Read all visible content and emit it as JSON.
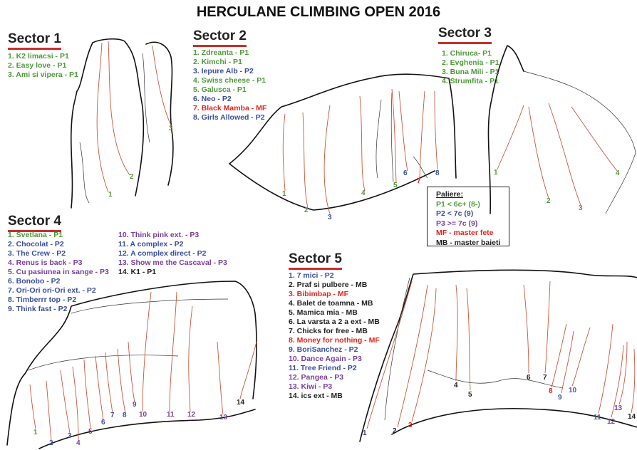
{
  "title": "HERCULANE CLIMBING OPEN 2016",
  "colors": {
    "P1": "#4e9a3a",
    "P2": "#3a4e9c",
    "P3": "#7a3f99",
    "MF": "#e2261d",
    "MB": "#222222",
    "underline": "#c8302c"
  },
  "sectors": [
    {
      "name": "Sector 1",
      "routes": [
        {
          "label": "1. K2 limacsi - P1",
          "cls": "P1"
        },
        {
          "label": "2. Easy love - P1",
          "cls": "P1"
        },
        {
          "label": "3. Ami si vipera - P1",
          "cls": "P1"
        }
      ]
    },
    {
      "name": "Sector 2",
      "routes": [
        {
          "label": "1. Zdreanta - P1",
          "cls": "P1"
        },
        {
          "label": "2. Kimchi - P1",
          "cls": "P1"
        },
        {
          "label": "3. Iepure Alb - P2",
          "cls": "P2"
        },
        {
          "label": "4. Swiss cheese - P1",
          "cls": "P1"
        },
        {
          "label": "5. Galusca - P1",
          "cls": "P1"
        },
        {
          "label": "6. Neo - P2",
          "cls": "P2"
        },
        {
          "label": "7. Black Mamba - MF",
          "cls": "MF"
        },
        {
          "label": "8. Girls Allowed - P2",
          "cls": "P2"
        }
      ]
    },
    {
      "name": "Sector 3",
      "routes": [
        {
          "label": "1. Chiruca- P1",
          "cls": "P1"
        },
        {
          "label": "2. Evghenia - P1",
          "cls": "P1"
        },
        {
          "label": "3. Buna Mili - P1",
          "cls": "P1"
        },
        {
          "label": "4. Strumfita - P1",
          "cls": "P1"
        }
      ]
    },
    {
      "name": "Sector 4",
      "routes": [
        {
          "label": "1. Svetlana - P1",
          "cls": "P1"
        },
        {
          "label": "2. Chocolat - P2",
          "cls": "P2"
        },
        {
          "label": "3. The Crew - P2",
          "cls": "P2"
        },
        {
          "label": "4. Renus is back  - P3",
          "cls": "P3"
        },
        {
          "label": "5. Cu pasiunea in sange  - P3",
          "cls": "P3"
        },
        {
          "label": "6. Bonobo - P2",
          "cls": "P2"
        },
        {
          "label": "7. Ori-Ori ori-Ori ext. - P2",
          "cls": "P2"
        },
        {
          "label": "8. Timberrr top - P2",
          "cls": "P2"
        },
        {
          "label": "9. Think fast - P2",
          "cls": "P2"
        },
        {
          "label": "10. Think pink ext. - P3",
          "cls": "P3"
        },
        {
          "label": "11. A complex - P2",
          "cls": "P2"
        },
        {
          "label": "12. A complex direct - P2",
          "cls": "P2"
        },
        {
          "label": "13. Show me the Cascaval - P3",
          "cls": "P3"
        },
        {
          "label": "14. K1 - P1",
          "cls": "MB"
        }
      ]
    },
    {
      "name": "Sector 5",
      "routes": [
        {
          "label": "1. 7 mici - P2",
          "cls": "P2"
        },
        {
          "label": "2. Praf si pulbere - MB",
          "cls": "MB"
        },
        {
          "label": "3. Bibimbap - MF",
          "cls": "MF"
        },
        {
          "label": "4. Balet de toamna - MB",
          "cls": "MB"
        },
        {
          "label": "5. Mamica mia  - MB",
          "cls": "MB"
        },
        {
          "label": "6. La varsta a 2 a  ext  - MB",
          "cls": "MB"
        },
        {
          "label": "7. Chicks for free  - MB",
          "cls": "MB"
        },
        {
          "label": "8. Money for nothing - MF",
          "cls": "MF"
        },
        {
          "label": "9. BoriSanchez - P2",
          "cls": "P2"
        },
        {
          "label": "10. Dance Again - P3",
          "cls": "P3"
        },
        {
          "label": "11. Tree Friend - P2",
          "cls": "P2"
        },
        {
          "label": "12. Pangea - P3",
          "cls": "P3"
        },
        {
          "label": "13. Kiwi - P3",
          "cls": "P3"
        },
        {
          "label": "14. ics ext - MB",
          "cls": "MB"
        }
      ]
    }
  ],
  "legend": {
    "heading": "Paliere:",
    "items": [
      {
        "label": "P1 < 6c+ (8-)",
        "cls": "P1"
      },
      {
        "label": "P2 < 7c (9)",
        "cls": "P2"
      },
      {
        "label": "P3 >= 7c (9)",
        "cls": "P3"
      },
      {
        "label": "MF - master fete",
        "cls": "MF"
      },
      {
        "label": "MB - master baieti",
        "cls": "MB"
      }
    ]
  },
  "topo_numbers": [
    {
      "sector": 1,
      "nums": [
        {
          "n": "1",
          "cls": "P1"
        },
        {
          "n": "2",
          "cls": "P1"
        },
        {
          "n": "3",
          "cls": "P1"
        }
      ]
    },
    {
      "sector": 2,
      "nums": [
        {
          "n": "1",
          "cls": "P1"
        },
        {
          "n": "2",
          "cls": "P1"
        },
        {
          "n": "3",
          "cls": "P2"
        },
        {
          "n": "4",
          "cls": "P1"
        },
        {
          "n": "5",
          "cls": "P1"
        },
        {
          "n": "6",
          "cls": "P2"
        },
        {
          "n": "7",
          "cls": "MF"
        },
        {
          "n": "8",
          "cls": "P2"
        }
      ]
    },
    {
      "sector": 3,
      "nums": [
        {
          "n": "1",
          "cls": "P1"
        },
        {
          "n": "2",
          "cls": "P1"
        },
        {
          "n": "3",
          "cls": "P1"
        },
        {
          "n": "4",
          "cls": "P1"
        }
      ]
    },
    {
      "sector": 4,
      "nums": [
        {
          "n": "1",
          "cls": "P1"
        },
        {
          "n": "2",
          "cls": "P2"
        },
        {
          "n": "3",
          "cls": "P2"
        },
        {
          "n": "4",
          "cls": "P3"
        },
        {
          "n": "5",
          "cls": "P3"
        },
        {
          "n": "6",
          "cls": "P2"
        },
        {
          "n": "7",
          "cls": "P2"
        },
        {
          "n": "8",
          "cls": "P2"
        },
        {
          "n": "9",
          "cls": "P2"
        },
        {
          "n": "10",
          "cls": "P3"
        },
        {
          "n": "11",
          "cls": "P3"
        },
        {
          "n": "12",
          "cls": "P3"
        },
        {
          "n": "13",
          "cls": "P3"
        },
        {
          "n": "14",
          "cls": "MB"
        }
      ]
    },
    {
      "sector": 5,
      "nums": [
        {
          "n": "1",
          "cls": "P2"
        },
        {
          "n": "2",
          "cls": "MB"
        },
        {
          "n": "3",
          "cls": "MF"
        },
        {
          "n": "4",
          "cls": "MB"
        },
        {
          "n": "5",
          "cls": "MB"
        },
        {
          "n": "6",
          "cls": "MB"
        },
        {
          "n": "7",
          "cls": "MB"
        },
        {
          "n": "8",
          "cls": "MF"
        },
        {
          "n": "9",
          "cls": "P2"
        },
        {
          "n": "10",
          "cls": "P3"
        },
        {
          "n": "11",
          "cls": "P2"
        },
        {
          "n": "12",
          "cls": "P3"
        },
        {
          "n": "13",
          "cls": "P3"
        },
        {
          "n": "14",
          "cls": "MB"
        }
      ]
    }
  ]
}
